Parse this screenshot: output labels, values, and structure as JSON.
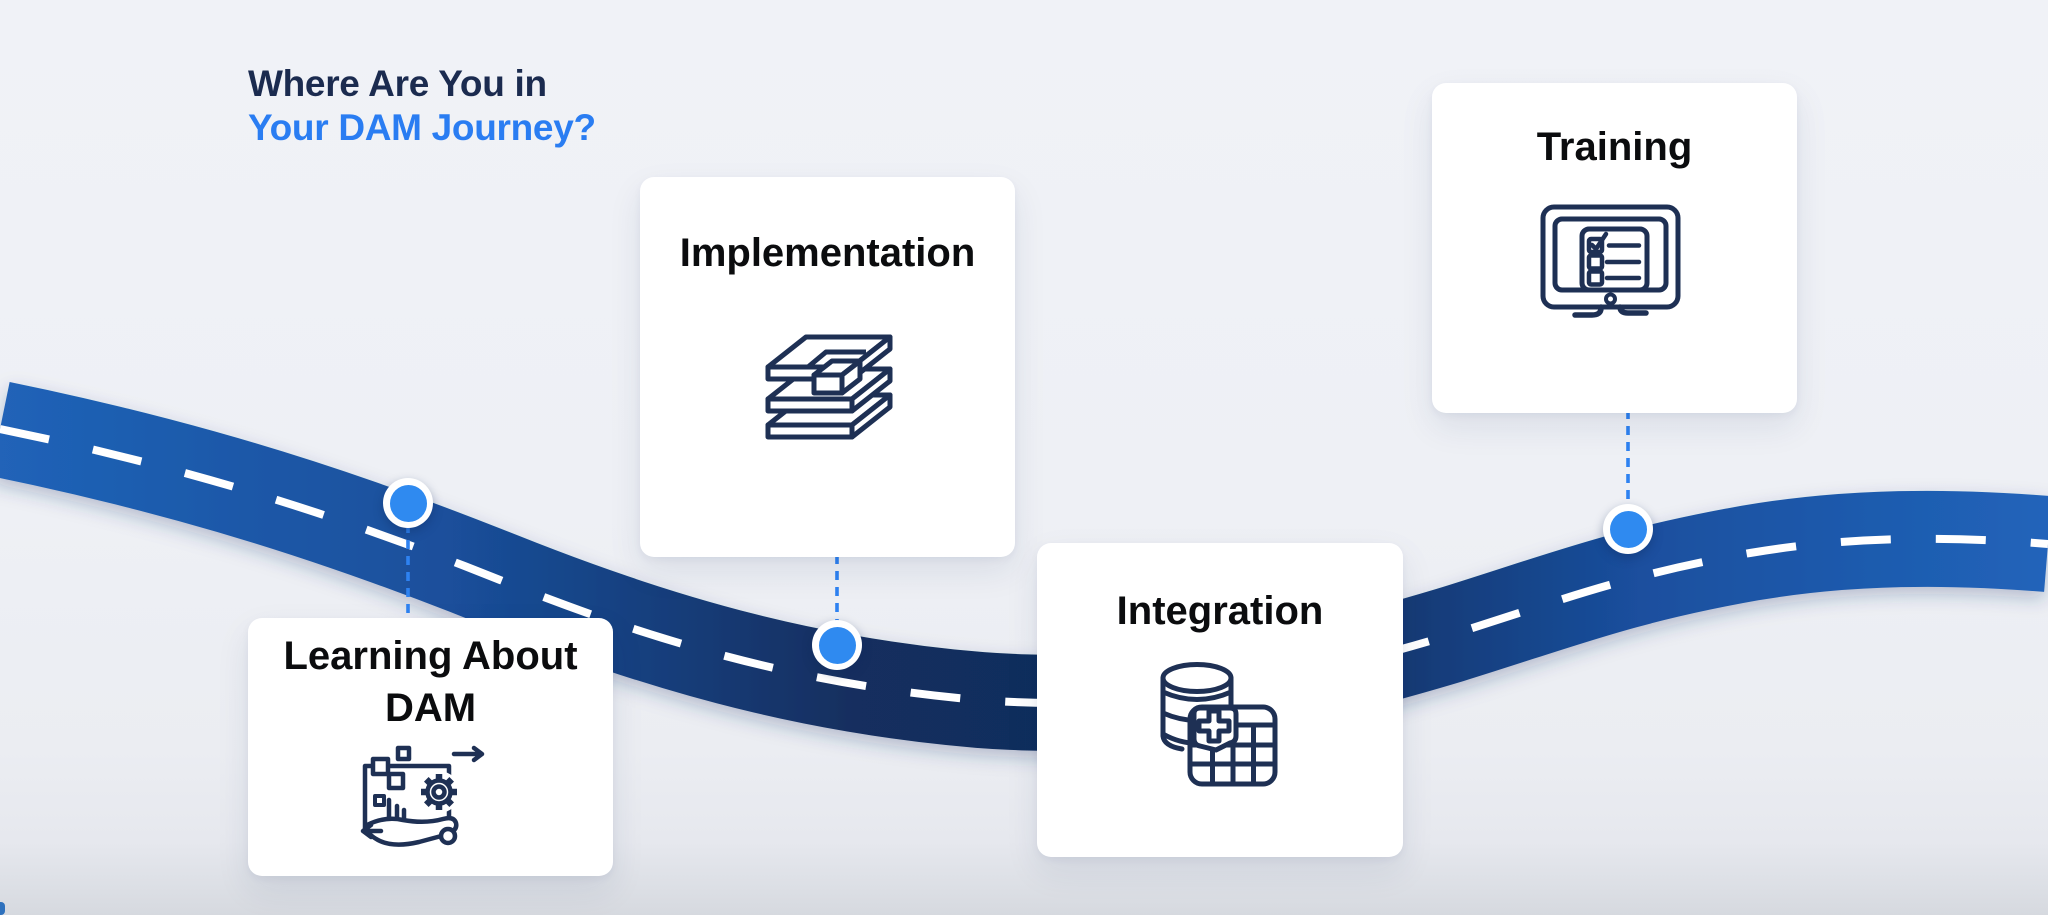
{
  "heading": {
    "line1": "Where Are You in",
    "line2": "Your DAM Journey?"
  },
  "stages": [
    {
      "label": "Learning About DAM",
      "icon": "hand-presenting-asset-board-icon"
    },
    {
      "label": "Implementation",
      "icon": "stacked-layers-icon"
    },
    {
      "label": "Integration",
      "icon": "database-table-plus-icon"
    },
    {
      "label": "Training",
      "icon": "monitor-checklist-icon"
    }
  ],
  "colors": {
    "background": "#eef0f5",
    "heading_navy": "#1b2b4f",
    "heading_blue": "#2a7df2",
    "milestone_blue": "#2f8af0",
    "connector_blue": "#2e82f1",
    "road_light_blue": "#2063b8",
    "road_dark_navy": "#112c5a",
    "road_stripe_white": "#ffffff",
    "card_background": "#ffffff",
    "card_label_black": "#0b0c0e",
    "icon_stroke_navy": "#1e3054"
  }
}
